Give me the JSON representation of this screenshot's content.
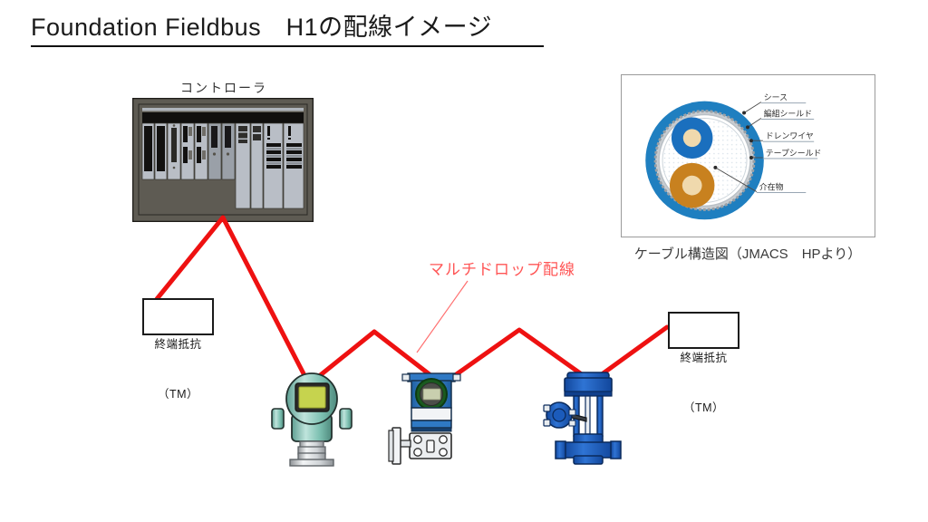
{
  "slide": {
    "title": "Foundation Fieldbus　H1の配線イメージ",
    "background_color": "#ffffff"
  },
  "controller": {
    "label": "コントローラ",
    "icon_name": "controller-rack-image",
    "body_color": "#5e5b53",
    "card_color": "#b9bec6"
  },
  "cable_figure": {
    "caption": "ケーブル構造図（JMACS　HPより）",
    "icon_name": "cable-cross-section-image",
    "sheath_color": "#1f7fc0",
    "conductor_blue": "#1a6fbe",
    "conductor_orange": "#c8811f",
    "core_color": "#f0d9ad",
    "labels": [
      {
        "id": "sheath",
        "text": "シース"
      },
      {
        "id": "braid",
        "text": "編組シールド"
      },
      {
        "id": "drain-wire",
        "text": "ドレンワイヤ"
      },
      {
        "id": "tape-shield",
        "text": "テープシールド"
      },
      {
        "id": "filler",
        "text": "介在物"
      }
    ]
  },
  "wiring": {
    "color": "#ee1111",
    "annotation": "マルチドロップ配線",
    "annotation_color": "#ff5656",
    "terminators": [
      {
        "id": "left",
        "line1": "終端抵抗",
        "line2": "（TM）",
        "text": "終端抵抗\n(TM)"
      },
      {
        "id": "right",
        "line1": "終端抵抗",
        "line2": "（TM）",
        "text": "終端抵抗\n(TM)"
      }
    ]
  },
  "devices": [
    {
      "id": "pressure-transmitter",
      "icon_name": "pressure-transmitter-icon",
      "color": "#7fc3b4"
    },
    {
      "id": "dp-transmitter",
      "icon_name": "dp-transmitter-icon",
      "color": "#2f79c4"
    },
    {
      "id": "control-valve",
      "icon_name": "control-valve-icon",
      "color": "#1a5fc0"
    }
  ]
}
